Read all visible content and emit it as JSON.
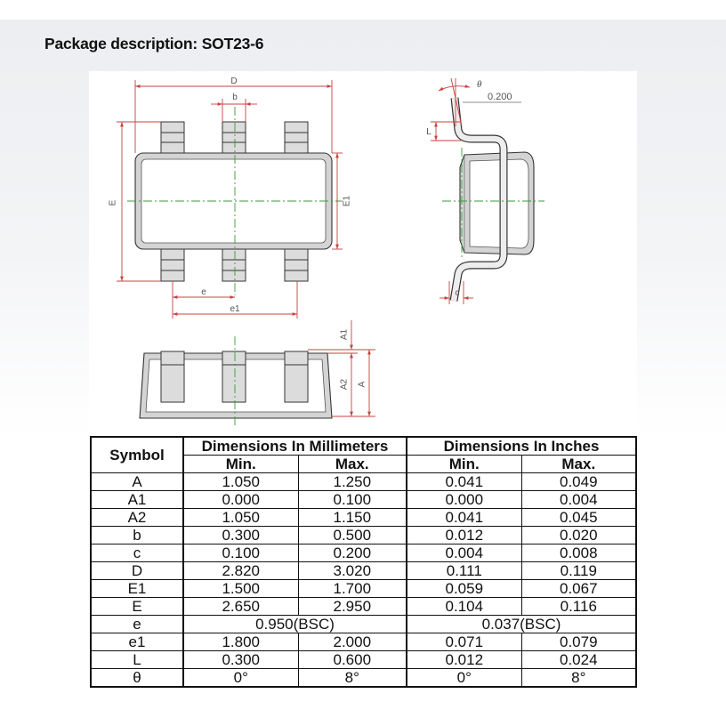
{
  "page": {
    "title": "Package description: SOT23-6"
  },
  "drawing": {
    "labels": {
      "D": "D",
      "b": "b",
      "E": "E",
      "E1": "E1",
      "e": "e",
      "e1": "e1",
      "theta": "θ",
      "flatness": "0.200",
      "L": "L",
      "c": "c",
      "A1": "A1",
      "A2": "A2",
      "A": "A"
    },
    "colors": {
      "dimension": "#c94040",
      "centerline": "#3a9a3a",
      "outline": "#333333"
    }
  },
  "table": {
    "headers": {
      "symbol": "Symbol",
      "millimeters": "Dimensions In Millimeters",
      "inches": "Dimensions In Inches",
      "mm_min": "Min.",
      "mm_max": "Max.",
      "in_min": "Min.",
      "in_max": "Max."
    },
    "rows": [
      {
        "symbol": "A",
        "mm_min": "1.050",
        "mm_max": "1.250",
        "in_min": "0.041",
        "in_max": "0.049"
      },
      {
        "symbol": "A1",
        "mm_min": "0.000",
        "mm_max": "0.100",
        "in_min": "0.000",
        "in_max": "0.004"
      },
      {
        "symbol": "A2",
        "mm_min": "1.050",
        "mm_max": "1.150",
        "in_min": "0.041",
        "in_max": "0.045"
      },
      {
        "symbol": "b",
        "mm_min": "0.300",
        "mm_max": "0.500",
        "in_min": "0.012",
        "in_max": "0.020"
      },
      {
        "symbol": "c",
        "mm_min": "0.100",
        "mm_max": "0.200",
        "in_min": "0.004",
        "in_max": "0.008"
      },
      {
        "symbol": "D",
        "mm_min": "2.820",
        "mm_max": "3.020",
        "in_min": "0.111",
        "in_max": "0.119"
      },
      {
        "symbol": "E1",
        "mm_min": "1.500",
        "mm_max": "1.700",
        "in_min": "0.059",
        "in_max": "0.067"
      },
      {
        "symbol": "E",
        "mm_min": "2.650",
        "mm_max": "2.950",
        "in_min": "0.104",
        "in_max": "0.116"
      },
      {
        "symbol": "e",
        "mm_bsc": "0.950(BSC)",
        "in_bsc": "0.037(BSC)"
      },
      {
        "symbol": "e1",
        "mm_min": "1.800",
        "mm_max": "2.000",
        "in_min": "0.071",
        "in_max": "0.079"
      },
      {
        "symbol": "L",
        "mm_min": "0.300",
        "mm_max": "0.600",
        "in_min": "0.012",
        "in_max": "0.024"
      },
      {
        "symbol": "θ",
        "mm_min": "0°",
        "mm_max": "8°",
        "in_min": "0°",
        "in_max": "8°"
      }
    ]
  }
}
